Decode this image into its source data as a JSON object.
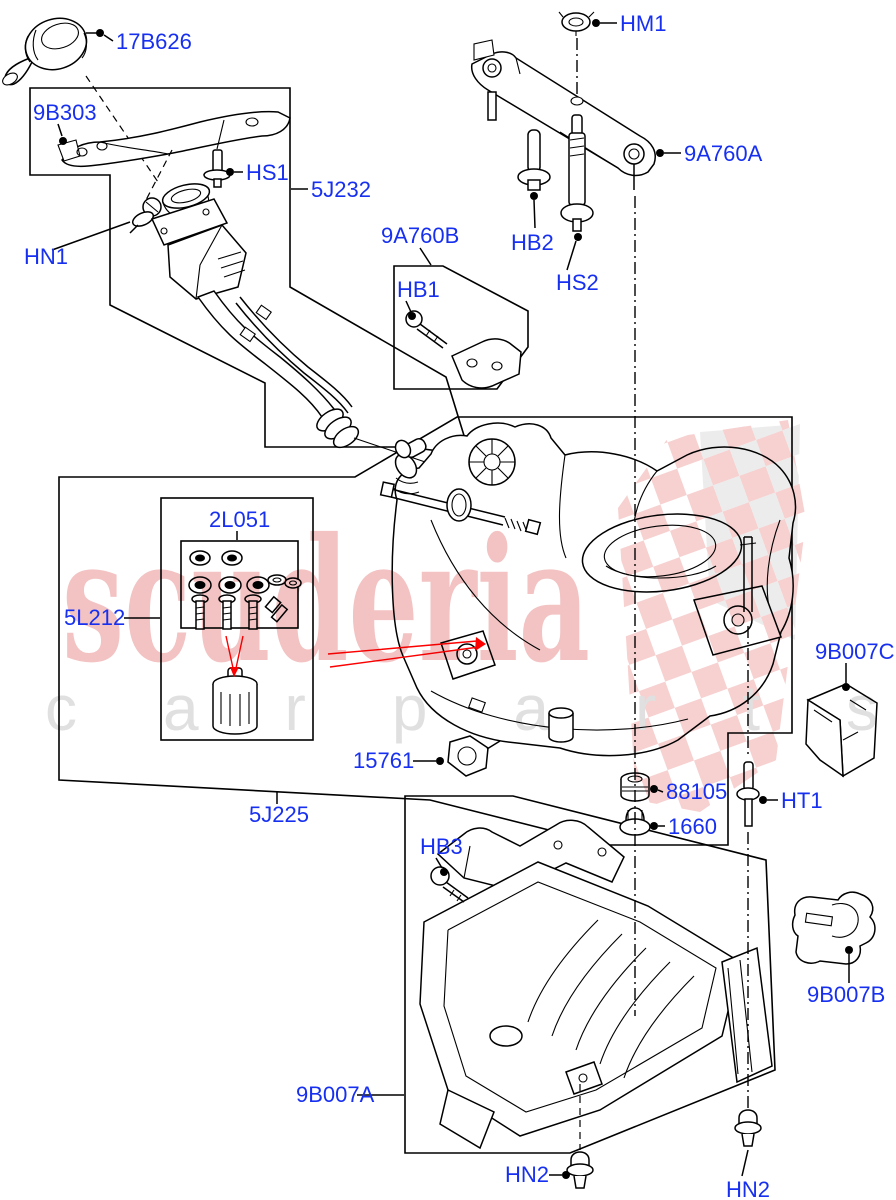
{
  "page": {
    "background": "#ffffff",
    "type": "parts-exploded-diagram"
  },
  "colors": {
    "label_blue": "#1730f0",
    "diagram_line": "#000000",
    "callout_red": "#fe0000",
    "watermark_brand_pink": "#f3c2c2",
    "watermark_tagline_gray": "#e0e0e0",
    "checker_pink": "#f6cdcd",
    "checker_gray": "#eaeaea"
  },
  "watermark": {
    "brand": "scuderia",
    "tagline": "c a r   p a r t s"
  },
  "labels": {
    "l17B626": "17B626",
    "l9B303": "9B303",
    "hn1": "HN1",
    "hs1": "HS1",
    "l5J232": "5J232",
    "l9A760B": "9A760B",
    "hb1": "HB1",
    "hm1": "HM1",
    "l9A760A": "9A760A",
    "hb2": "HB2",
    "hs2": "HS2",
    "l2L051": "2L051",
    "l5L212": "5L212",
    "l9B007C": "9B007C",
    "l15761": "15761",
    "l88105": "88105",
    "l1660": "1660",
    "ht1": "HT1",
    "l5J225": "5J225",
    "hb3": "HB3",
    "l9B007B": "9B007B",
    "l9B007A": "9B007A",
    "hn2_left": "HN2",
    "hn2_right": "HN2"
  }
}
